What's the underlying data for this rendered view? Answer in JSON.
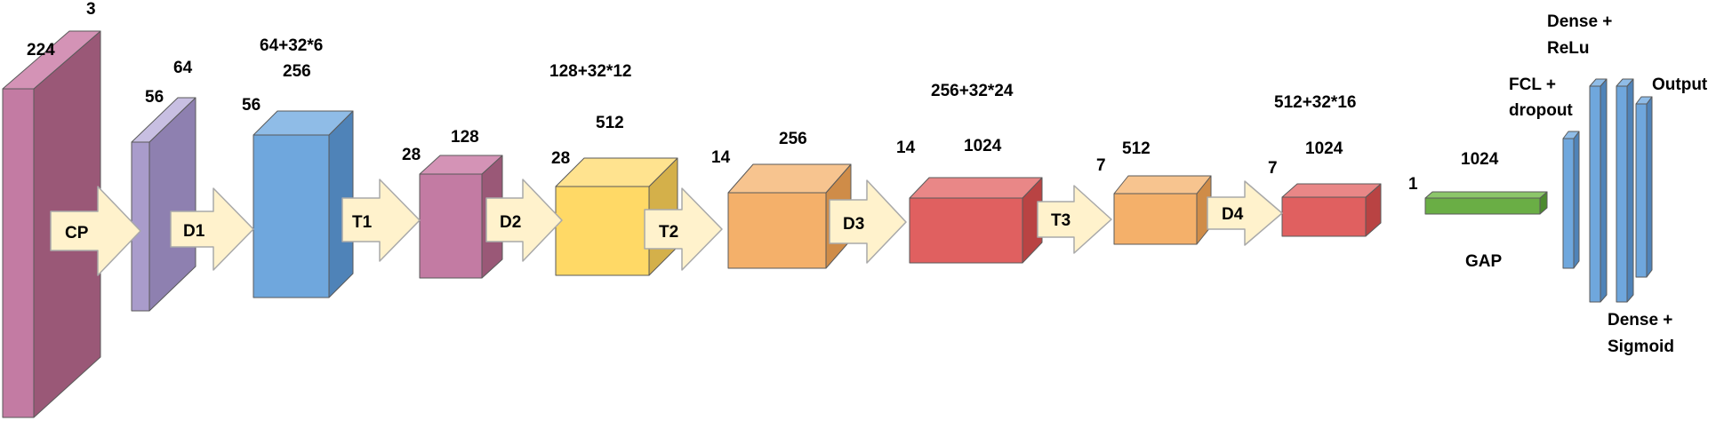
{
  "colors": {
    "pink": "#C37BA3",
    "pinkSide": "#9A5877",
    "pinkTop": "#D493B6",
    "lavender": "#A99CCB",
    "lavenderSide": "#8E80B0",
    "lavenderTop": "#C8BFE2",
    "blue": "#6FA7DD",
    "blueSide": "#4F83B8",
    "blueTop": "#8FBCE7",
    "yellow": "#FFD966",
    "yellowSide": "#D4B04A",
    "yellowTop": "#FFE38F",
    "orange": "#F4B06A",
    "orangeSide": "#CF8C48",
    "orangeTop": "#F7C48F",
    "red": "#E06060",
    "redSide": "#B94343",
    "redTop": "#E98787",
    "green": "#6AAE45",
    "greenSide": "#4C8A2E",
    "greenTop": "#8CC66A",
    "arrow": "#FFF2CC",
    "arrowStroke": "#A9A9A9"
  },
  "labels": {
    "input_top": "3",
    "input_left": "224",
    "cp_top": "64",
    "cp_left": "56",
    "d1_title": "64+32*6",
    "d1_top": "256",
    "d1_left": "56",
    "t1_top": "128",
    "t1_left": "28",
    "d2_title": "128+32*12",
    "d2_top": "512",
    "d2_left": "28",
    "t2_top": "256",
    "t2_left": "14",
    "d3_title": "256+32*24",
    "d3_top": "1024",
    "d3_left": "14",
    "t3_top": "512",
    "t3_left": "7",
    "d4_title": "512+32*16",
    "d4_top": "1024",
    "d4_left": "7",
    "gap_top": "1024",
    "gap_left": "1",
    "gap_bottom": "GAP",
    "fcl_line1": "FCL +",
    "fcl_line2": "dropout",
    "dense_relu_line1": "Dense +",
    "dense_relu_line2": "ReLu",
    "dense_sig_line1": "Dense +",
    "dense_sig_line2": "Sigmoid",
    "output": "Output"
  },
  "arrows": {
    "cp": "CP",
    "d1": "D1",
    "t1": "T1",
    "d2": "D2",
    "t2": "T2",
    "d3": "D3",
    "t3": "T3",
    "d4": "D4"
  }
}
